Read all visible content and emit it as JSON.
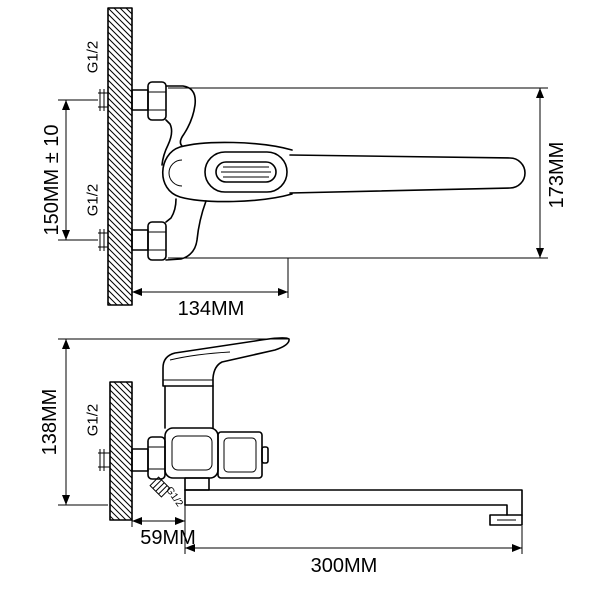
{
  "colors": {
    "line": "#000000",
    "background": "#ffffff"
  },
  "top_view": {
    "thread_upper": "G1/2",
    "thread_lower": "G1/2",
    "inlet_spacing": "150MM ± 10",
    "overall_height": "173MM",
    "wall_offset": "134MM"
  },
  "side_view": {
    "thread": "G1/2",
    "spout_thread": "G1/2",
    "overall_height": "138MM",
    "wall_offset": "59MM",
    "spout_length": "300MM"
  }
}
